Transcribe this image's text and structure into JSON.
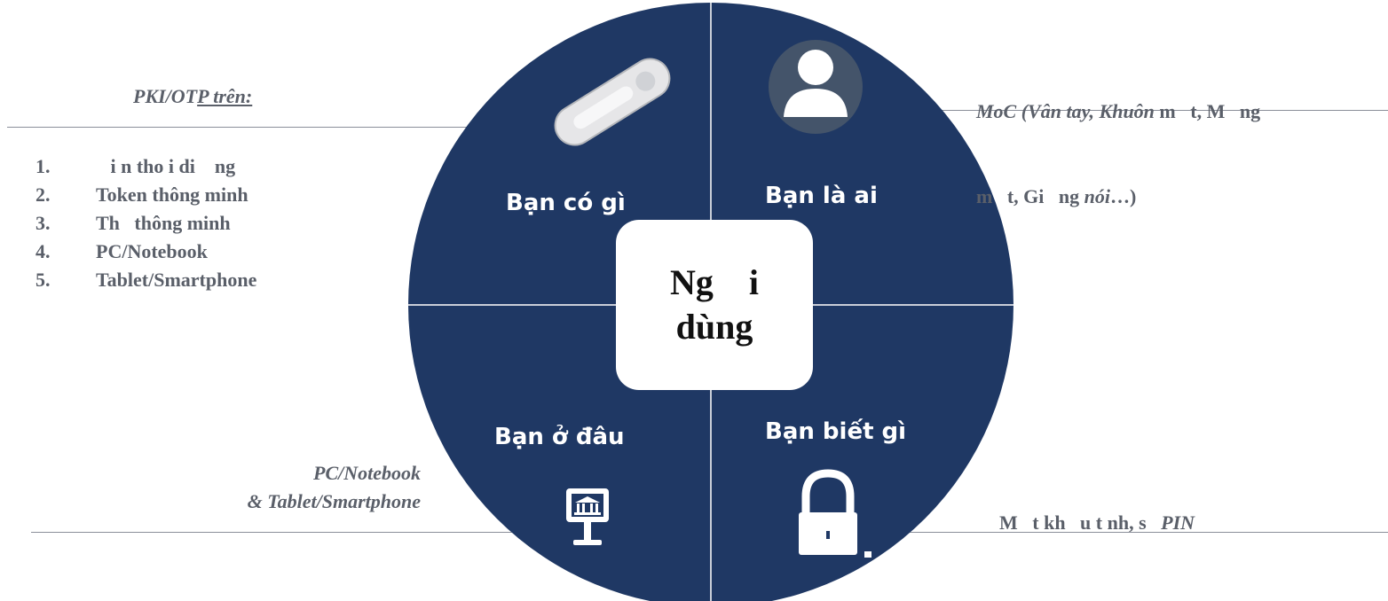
{
  "colors": {
    "circle": "#1f3864",
    "divider": "#c9ced8",
    "text": "#5a5f69",
    "icon_circle": "#44546a"
  },
  "center_label_line1": "Ng    i",
  "center_label_line2": "dùng",
  "quadrants": {
    "top_left": "Bạn có gì",
    "top_right": "Bạn là ai",
    "bottom_left": "Bạn ở đâu",
    "bottom_right": "Bạn biết gì"
  },
  "left_panel": {
    "heading_part1": "PKI/OT",
    "heading_part2": "P trên:",
    "items": [
      {
        "num": "1.",
        "text": "   i n tho i di    ng"
      },
      {
        "num": "2.",
        "text": "Token thông minh"
      },
      {
        "num": "3.",
        "text": "Th   thông minh"
      },
      {
        "num": "4.",
        "text": "PC/Notebook"
      },
      {
        "num": "5.",
        "text": "Tablet/Smartphone"
      }
    ]
  },
  "right_top_note": {
    "line1_italic": "MoC (Vân tay, Khuôn",
    "line1_bold": " m   t, M   ng",
    "line2_bold": "m   t, Gi   ng ",
    "line2_italic": "nói",
    "line2_end": "…)"
  },
  "left_bottom_note": {
    "line1": "PC/Notebook",
    "line2": "& Tablet/Smartphone"
  },
  "right_bottom_note": {
    "text": "M   t kh   u t nh, s   ",
    "italic": "PIN"
  },
  "icons": {
    "token": "usb-token-icon",
    "user": "user-avatar-icon",
    "building": "bank-monitor-icon",
    "lock": "padlock-icon"
  }
}
